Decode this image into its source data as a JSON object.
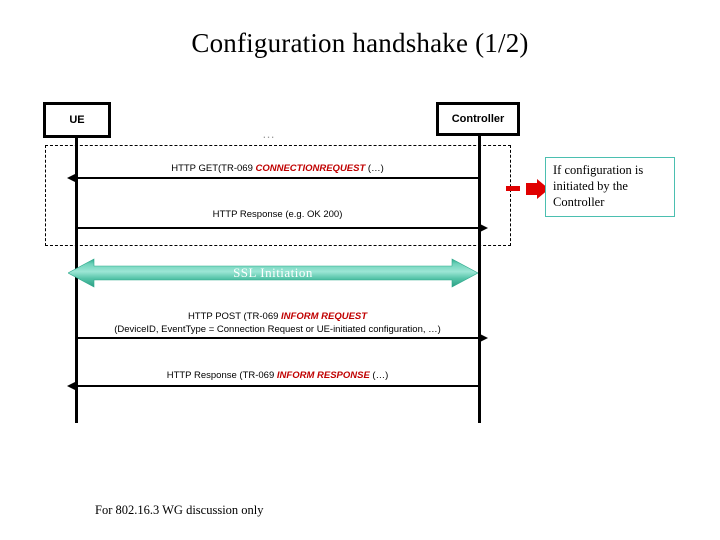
{
  "slide": {
    "title": "Configuration handshake (1/2)",
    "footer": "For 802.16.3 WG discussion only",
    "ellipsis": "…"
  },
  "actors": {
    "left": {
      "label": "UE"
    },
    "right": {
      "label": "Controller"
    }
  },
  "messages": [
    {
      "id": "msg1",
      "direction": "right-to-left",
      "label_plain_1": "HTTP GET(TR-069 ",
      "label_emphasis": "CONNECTIONREQUEST",
      "label_plain_2": " (…)"
    },
    {
      "id": "msg2",
      "direction": "left-to-right",
      "label_plain_1": "HTTP Response (e.g. OK 200)",
      "label_emphasis": "",
      "label_plain_2": ""
    },
    {
      "id": "msg3",
      "direction": "left-to-right",
      "label_plain_1": "HTTP POST (TR-069 ",
      "label_emphasis": "INFORM REQUEST",
      "label_plain_2": "",
      "label_line2": "(DeviceID, EventType = Connection Request or UE-initiated configuration, …)"
    },
    {
      "id": "msg4",
      "direction": "right-to-left",
      "label_plain_1": "HTTP Response (TR-069 ",
      "label_emphasis": "INFORM RESPONSE",
      "label_plain_2": " (…)"
    }
  ],
  "ssl": {
    "label": "SSL Initiation"
  },
  "note": {
    "text": "If configuration is initiated by the Controller"
  },
  "colors": {
    "emphasis_red": "#c00000",
    "ssl_green_light": "#8fe0cd",
    "ssl_green_mid": "#46bfa3",
    "ssl_green_dark": "#2ea98c",
    "note_border_teal": "#4bbfb0",
    "arrow_red": "#e00000",
    "line_black": "#000000"
  }
}
